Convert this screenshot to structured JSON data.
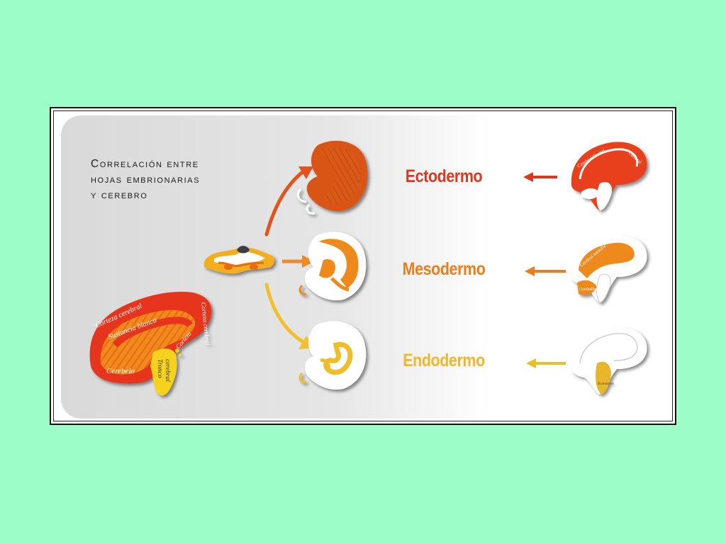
{
  "title_lines": [
    "Correlación entre",
    "hojas embrionarias",
    "y cerebro"
  ],
  "layers": [
    {
      "name": "Ectodermo",
      "color": "#d93a1f"
    },
    {
      "name": "Mesodermo",
      "color": "#ea7d1c"
    },
    {
      "name": "Endodermo",
      "color": "#f0b62c"
    }
  ],
  "brain_labels": {
    "corteza_top": "Corteza cerebral",
    "sustancia": "Sustancia blanca",
    "corteza_right": "Corteza cerebral",
    "corteza_lower": "Corteza",
    "cerebelo": "Cerebelo",
    "tronco_1": "Tronco",
    "tronco_2": "cerebral"
  },
  "mini_brain_labels": {
    "ecto_1": "Cerebral Cortex",
    "ecto_2": "Cerebral",
    "meso_1": "Cerebral medulla",
    "meso_2": "Cerebellum",
    "endo_1": "Brainstem"
  }
}
